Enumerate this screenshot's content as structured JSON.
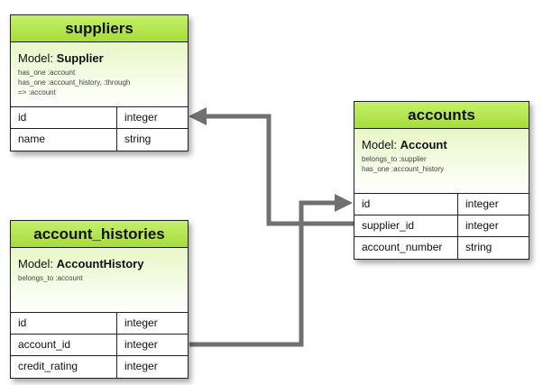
{
  "tables": {
    "suppliers": {
      "name": "suppliers",
      "model_label": "Model:",
      "model_name": "Supplier",
      "associations": [
        "has_one :account",
        "has_one :account_history, :through",
        "=> :account"
      ],
      "columns": [
        {
          "name": "id",
          "type": "integer"
        },
        {
          "name": "name",
          "type": "string"
        }
      ]
    },
    "accounts": {
      "name": "accounts",
      "model_label": "Model:",
      "model_name": "Account",
      "associations": [
        "belongs_to :supplier",
        "has_one :account_history"
      ],
      "columns": [
        {
          "name": "id",
          "type": "integer"
        },
        {
          "name": "supplier_id",
          "type": "integer"
        },
        {
          "name": "account_number",
          "type": "string"
        }
      ]
    },
    "account_histories": {
      "name": "account_histories",
      "model_label": "Model:",
      "model_name": "AccountHistory",
      "associations": [
        "belongs_to :account"
      ],
      "columns": [
        {
          "name": "id",
          "type": "integer"
        },
        {
          "name": "account_id",
          "type": "integer"
        },
        {
          "name": "credit_rating",
          "type": "integer"
        }
      ]
    }
  },
  "colors": {
    "header_green": "#a6dc3c",
    "connector_gray": "#707070"
  }
}
